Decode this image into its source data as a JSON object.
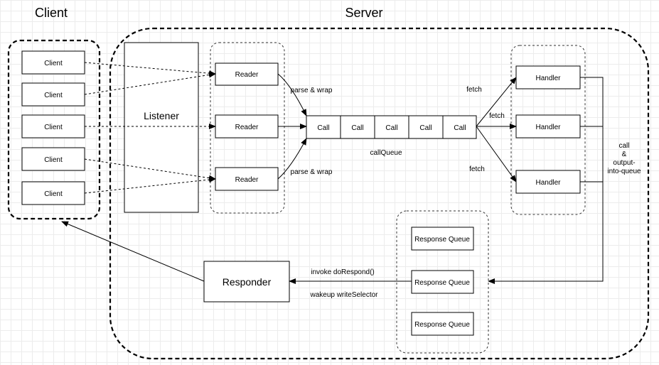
{
  "titles": {
    "client": "Client",
    "server": "Server"
  },
  "clients": [
    "Client",
    "Client",
    "Client",
    "Client",
    "Client"
  ],
  "listener": "Listener",
  "readers": [
    "Reader",
    "Reader",
    "Reader"
  ],
  "calls": [
    "Call",
    "Call",
    "Call",
    "Call",
    "Call"
  ],
  "call_queue_label": "callQueue",
  "handlers": [
    "Handler",
    "Handler",
    "Handler"
  ],
  "response_queues": [
    "Response Queue",
    "Response Queue",
    "Response Queue"
  ],
  "responder": "Responder",
  "labels": {
    "parse_wrap_top": "parse & wrap",
    "parse_wrap_bottom": "parse & wrap",
    "fetch_top": "fetch",
    "fetch_mid": "fetch",
    "fetch_bottom": "fetch",
    "call_output_lines": [
      "call",
      "&",
      "output-",
      "into-queue"
    ],
    "invoke": "invoke doRespond()",
    "wakeup": "wakeup writeSelector"
  }
}
